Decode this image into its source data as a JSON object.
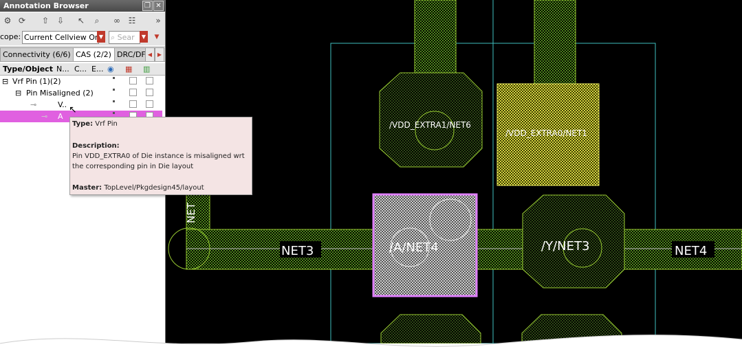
{
  "panel": {
    "title": "Annotation Browser",
    "title_buttons": [
      "restore-icon",
      "close-icon"
    ],
    "toolbar_icons": [
      "settings-icon",
      "refresh-icon",
      "up-arrow-icon",
      "down-arrow-icon",
      "pointer-icon",
      "zoom-icon",
      "link-icon",
      "list-icon",
      "more-icon"
    ],
    "scope_label": "cope:",
    "scope_value": "Current Cellview Or",
    "search_placeholder": "Sear",
    "tabs": [
      "Connectivity (6/6)",
      "CAS (2/2)",
      "DRC/DF"
    ],
    "columns": [
      "Type/Object",
      "N...",
      "C...",
      "E..."
    ],
    "tree": [
      {
        "label": "Vrf Pin (1)(2)"
      },
      {
        "label": "Pin Misaligned (2)"
      },
      {
        "label": "V.."
      },
      {
        "label": "A"
      }
    ]
  },
  "tooltip": {
    "type_label": "Type:",
    "type_value": "Vrf Pin",
    "description_label": "Description:",
    "description_line1": "Pin VDD_EXTRA0 of Die instance is misaligned wrt",
    "description_line2": "the corresponding pin in Die layout",
    "master_label": "Master:",
    "master_value": "TopLevel/Pkgdesign45/layout"
  },
  "layout": {
    "labels": {
      "vdd1": "/VDD_EXTRA1/NET6",
      "vdd0": "/VDD_EXTRA0/NET1",
      "net3_left": "NET3",
      "a_net4": "/A/NET4",
      "y_net3": "/Y/NET3",
      "net4_right": "NET4",
      "net_vertical": "NET"
    },
    "colors": {
      "background": "#000000",
      "wire": "#9acd32",
      "highlight_pin": "#d8d840",
      "selected_pin": "#e080ff",
      "boundary": "#40c0c0",
      "tree_selected": "#e060e0"
    }
  }
}
